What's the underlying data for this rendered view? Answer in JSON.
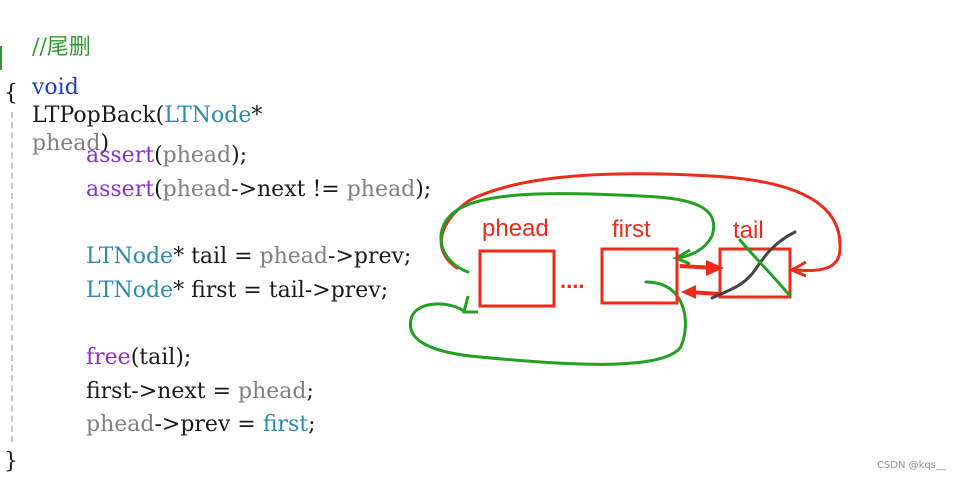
{
  "code": {
    "comment": "//尾删",
    "sig": {
      "kw": "void",
      "fn": "LTPopBack",
      "paren_open": "(",
      "type": "LTNode",
      "star": "*",
      "param": "phead",
      "paren_close": ")"
    },
    "brace_open": "{",
    "l1": {
      "fn": "assert",
      "open": "(",
      "arg": "phead",
      "close": ");"
    },
    "l2": {
      "fn": "assert",
      "open": "(",
      "arg": "phead",
      "mid": "->next != ",
      "arg2": "phead",
      "close": ");"
    },
    "l3": {
      "type": "LTNode",
      "rest": "* tail = ",
      "arg": "phead",
      "tail": "->prev;"
    },
    "l4": {
      "type": "LTNode",
      "rest": "* first = tail->prev;"
    },
    "l5": {
      "fn": "free",
      "open": "(",
      "arg": "tail",
      "close": ");"
    },
    "l6": {
      "pre": "first->next = ",
      "arg": "phead",
      "end": ";"
    },
    "l7": {
      "arg": "phead",
      "mid": "->prev = ",
      "type": "first",
      "end": ";"
    },
    "brace_close": "}"
  },
  "diagram": {
    "label_phead": "phead",
    "label_first": "first",
    "label_tail": "tail",
    "ellipsis": "....",
    "colors": {
      "red": "#ee2a1a",
      "green": "#22a022",
      "dark": "#444444"
    }
  },
  "watermark": "CSDN @kqs__"
}
